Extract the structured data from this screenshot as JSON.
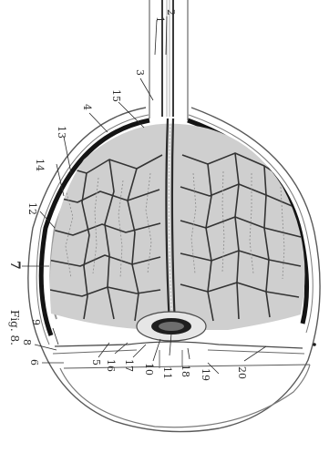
{
  "figure": {
    "caption": "Fig. 8.",
    "labels": [
      {
        "id": "1",
        "text": "1"
      },
      {
        "id": "2",
        "text": "2"
      },
      {
        "id": "3",
        "text": "3"
      },
      {
        "id": "4",
        "text": "4"
      },
      {
        "id": "5",
        "text": "5"
      },
      {
        "id": "6",
        "text": "6"
      },
      {
        "id": "7",
        "text": "7"
      },
      {
        "id": "8",
        "text": "8"
      },
      {
        "id": "9",
        "text": "9"
      },
      {
        "id": "10",
        "text": "10"
      },
      {
        "id": "11",
        "text": "11"
      },
      {
        "id": "12",
        "text": "12"
      },
      {
        "id": "13",
        "text": "13"
      },
      {
        "id": "14",
        "text": "14"
      },
      {
        "id": "15",
        "text": "15"
      },
      {
        "id": "16",
        "text": "16"
      },
      {
        "id": "17",
        "text": "17"
      },
      {
        "id": "18",
        "text": "18"
      },
      {
        "id": "19",
        "text": "19"
      },
      {
        "id": "20",
        "text": "20"
      }
    ]
  }
}
